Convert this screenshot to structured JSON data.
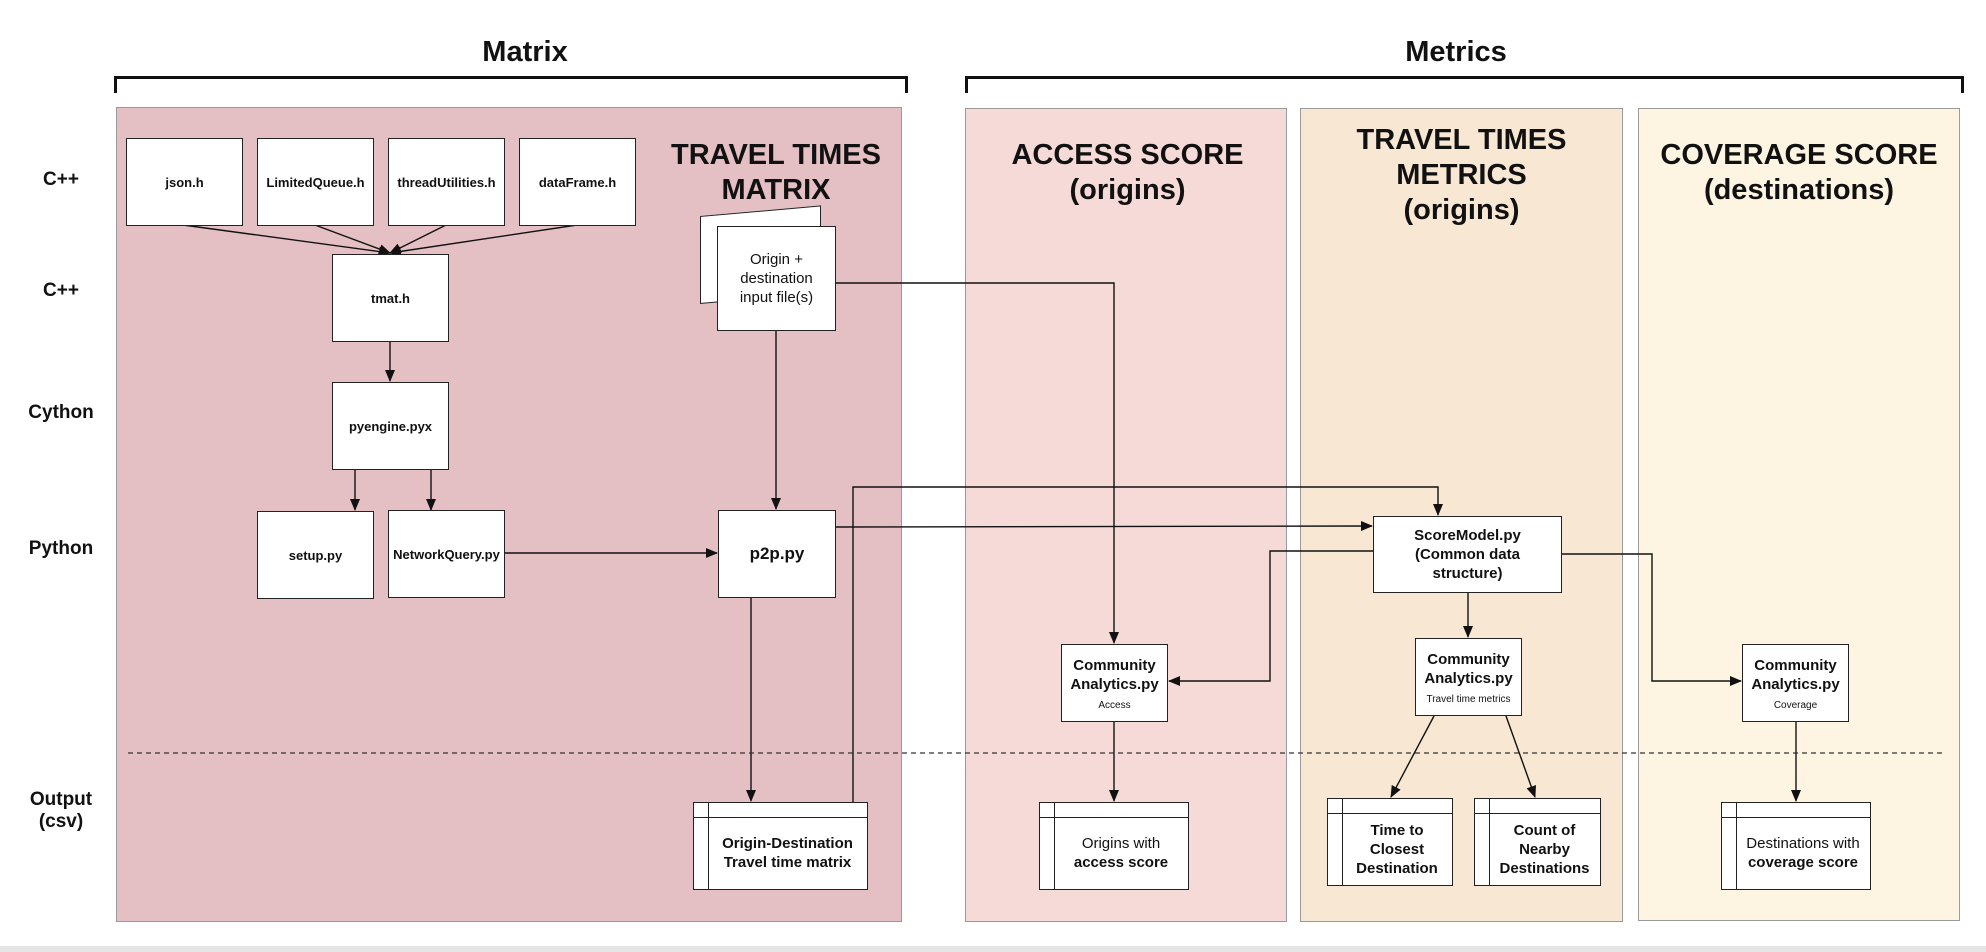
{
  "sections": {
    "matrix": "Matrix",
    "metrics": "Metrics"
  },
  "row_labels": [
    "C++",
    "C++",
    "Cython",
    "Python",
    "Output\n(csv)"
  ],
  "panels": {
    "travel_times_matrix": "TRAVEL TIMES\nMATRIX",
    "access_score": "ACCESS SCORE\n(origins)",
    "travel_times_metrics": "TRAVEL TIMES\nMETRICS\n(origins)",
    "coverage_score": "COVERAGE SCORE\n(destinations)"
  },
  "nodes": {
    "json_h": "json.h",
    "limited_queue_h": "LimitedQueue.h",
    "thread_utilities_h": "threadUtilities.h",
    "data_frame_h": "dataFrame.h",
    "tmat_h": "tmat.h",
    "pyengine_pyx": "pyengine.pyx",
    "setup_py": "setup.py",
    "network_query_py": "NetworkQuery.py",
    "input_files": "Origin  +\ndestination\ninput file(s)",
    "p2p_py": "p2p.py",
    "od_matrix_line1": "Origin-Destination",
    "od_matrix_line2": "Travel time matrix",
    "score_model_py": "ScoreModel.py\n(Common data\nstructure)",
    "ca_access_title": "Community\nAnalytics.py",
    "ca_access_sub": "Access",
    "ca_ttm_title": "Community\nAnalytics.py",
    "ca_ttm_sub": "Travel time metrics",
    "ca_coverage_title": "Community\nAnalytics.py",
    "ca_coverage_sub": "Coverage",
    "origins_access_line1": "Origins with",
    "origins_access_line2": "access score",
    "time_to_closest": "Time to\nClosest\nDestination",
    "count_nearby": "Count of\nNearby\nDestinations",
    "dest_coverage_line1": "Destinations with",
    "dest_coverage_line2": "coverage score"
  },
  "colors": {
    "matrix_panel": "#e4bfc3",
    "access_panel": "#f6dad7",
    "ttm_panel": "#f8e7d2",
    "coverage_panel": "#fdf5e2",
    "line": "#111111"
  }
}
